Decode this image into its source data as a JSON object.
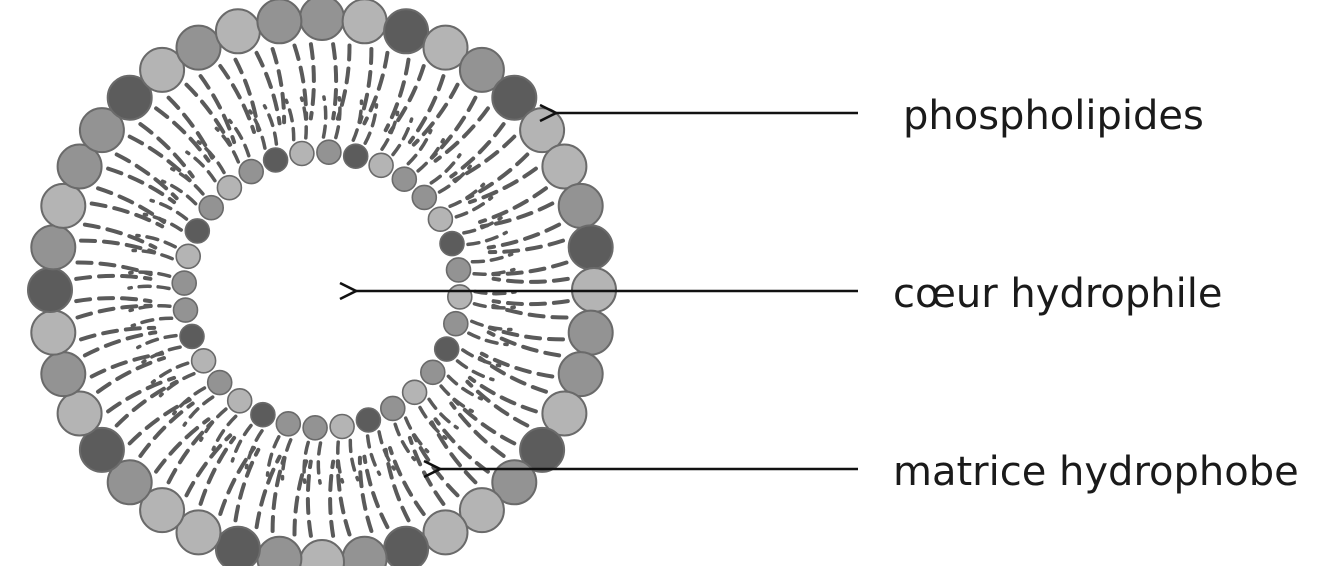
{
  "labels": {
    "phospholipides": "phospholipides",
    "coeur_hydrophile": "cœur hydrophile",
    "matrice_hydrophobe": "matrice hydrophobe"
  },
  "colors": {
    "head_light": "#b4b4b4",
    "head_mid": "#939393",
    "head_dark": "#5c5c5c",
    "head_stroke": "#6a6a6a",
    "tail": "#5a5a5a",
    "arrow": "#111111",
    "text": "#1a1a1a"
  },
  "outer_leaflet": {
    "count": 40,
    "shades": [
      "mid",
      "light",
      "dark",
      "light",
      "mid",
      "dark",
      "light",
      "light",
      "mid",
      "dark",
      "light",
      "mid",
      "mid",
      "light",
      "dark",
      "mid",
      "light",
      "light",
      "dark",
      "mid",
      "light",
      "mid",
      "dark",
      "light",
      "light",
      "mid",
      "dark",
      "light",
      "mid",
      "light",
      "dark",
      "mid",
      "light",
      "mid",
      "mid",
      "dark",
      "light",
      "mid",
      "light",
      "mid"
    ]
  },
  "inner_leaflet": {
    "count": 32,
    "shades": [
      "mid",
      "dark",
      "light",
      "mid",
      "mid",
      "light",
      "dark",
      "mid",
      "light",
      "mid",
      "dark",
      "mid",
      "light",
      "mid",
      "dark",
      "light",
      "mid",
      "mid",
      "dark",
      "light",
      "mid",
      "light",
      "dark",
      "mid",
      "mid",
      "light",
      "dark",
      "mid",
      "light",
      "mid",
      "dark",
      "light"
    ]
  }
}
